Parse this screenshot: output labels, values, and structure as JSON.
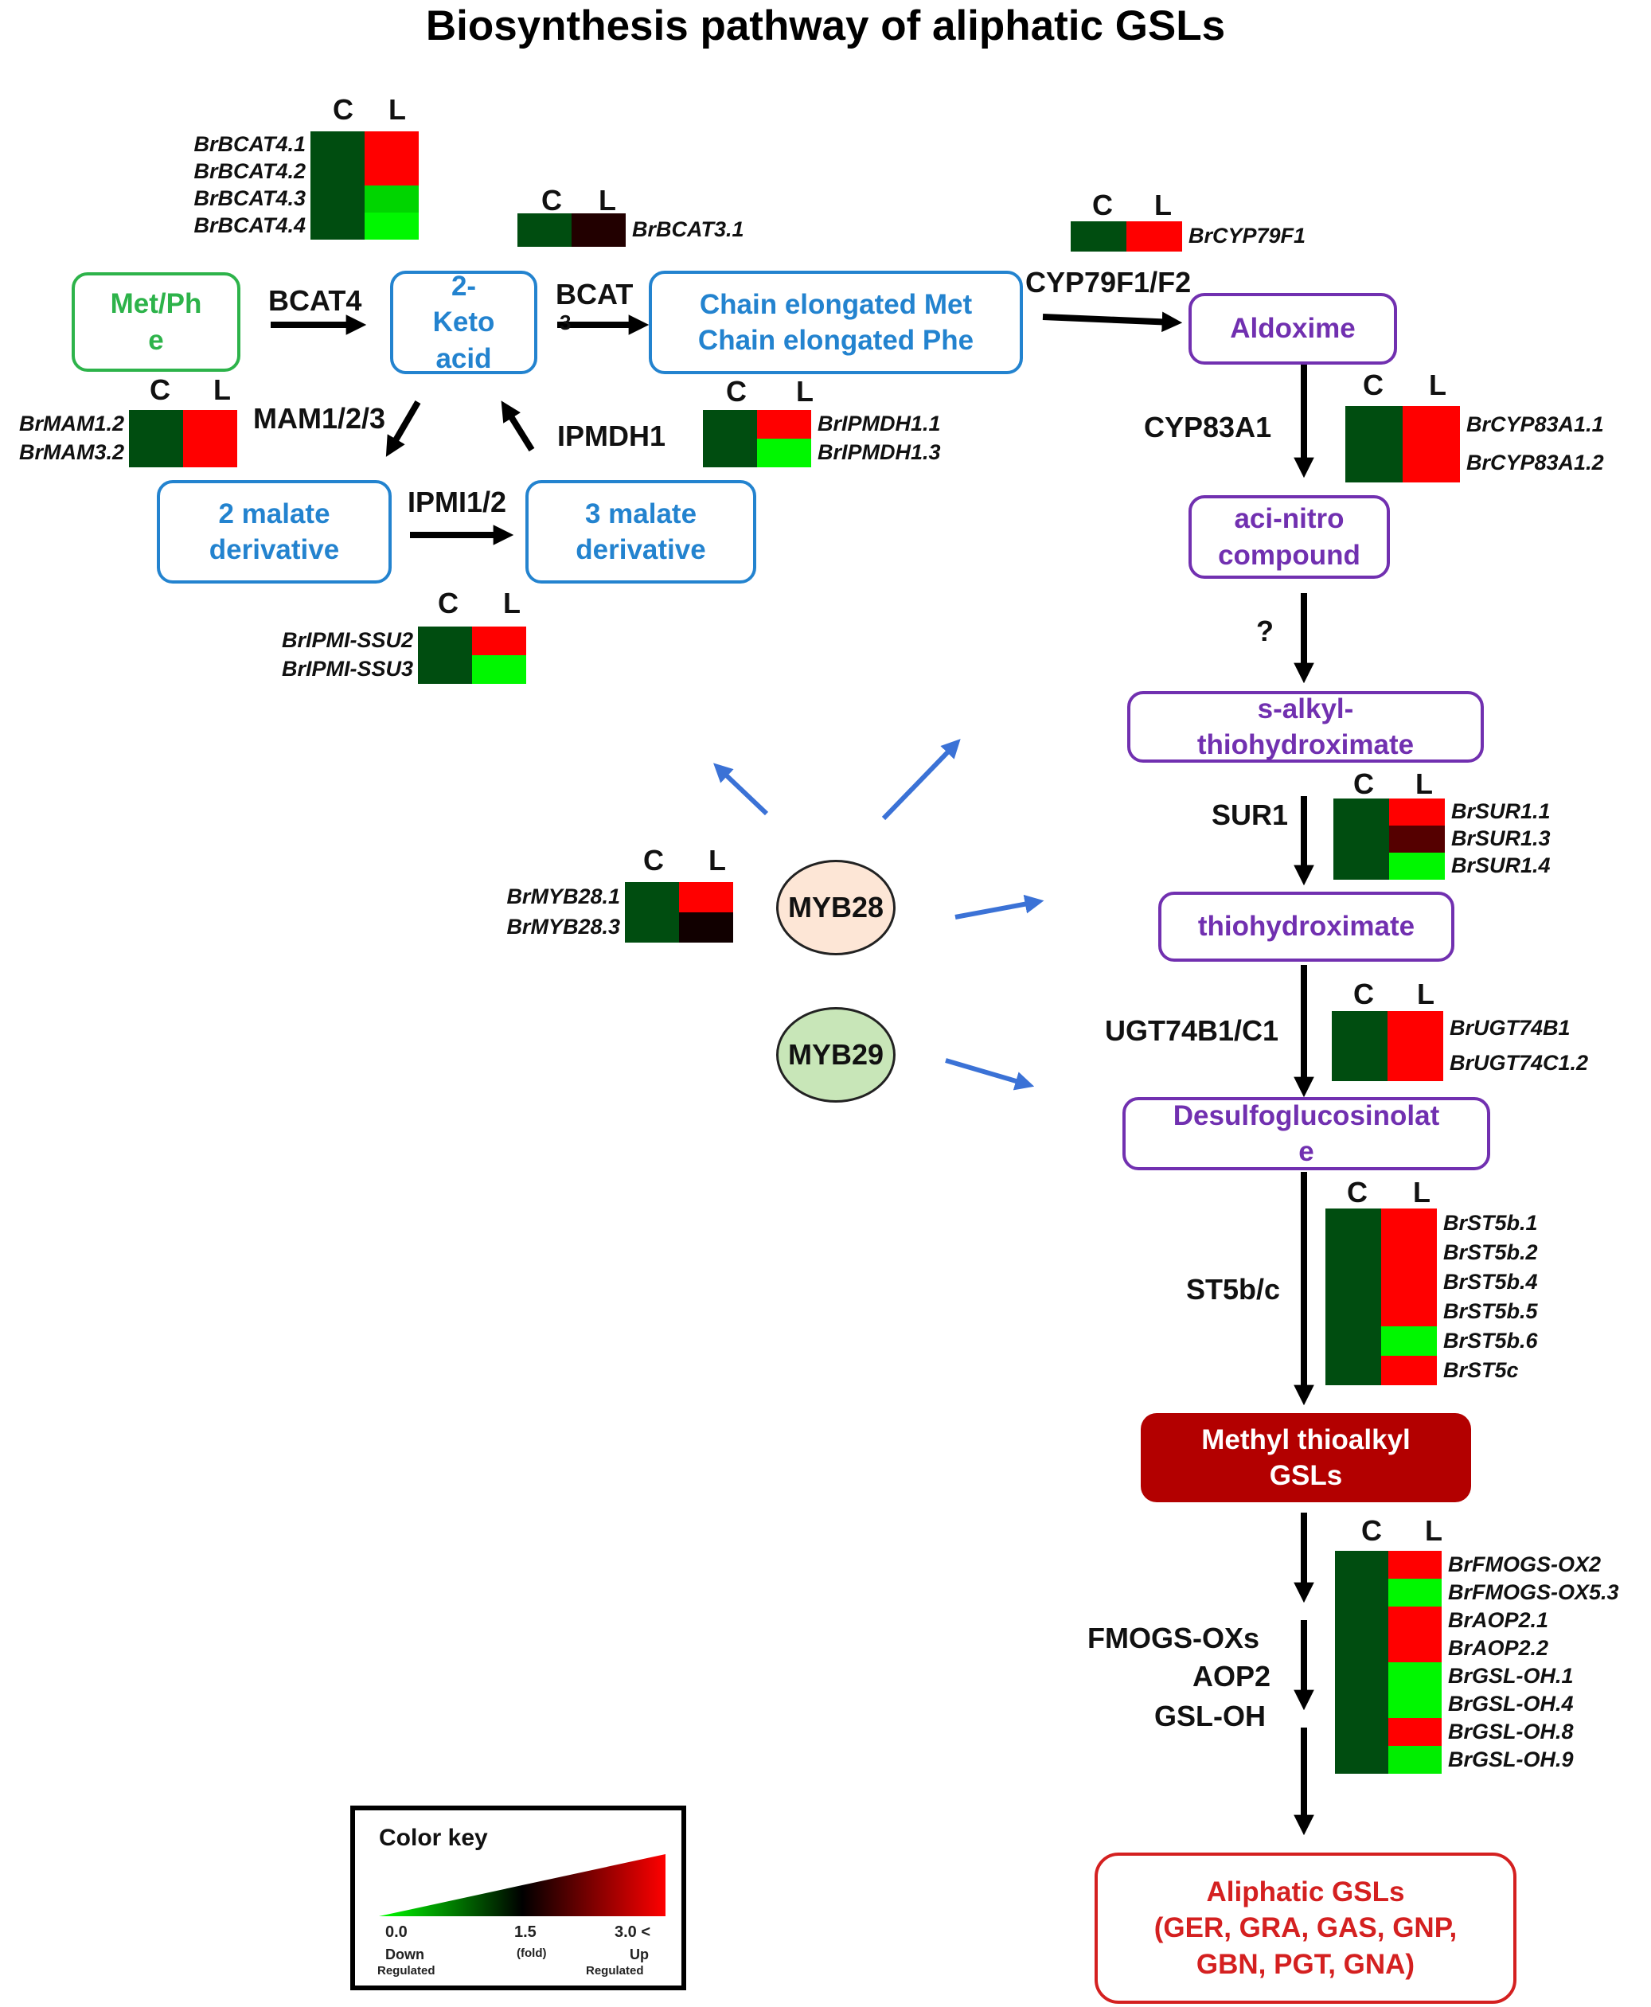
{
  "title": "Biosynthesis pathway of aliphatic GSLs",
  "colors": {
    "low": "#00ff00",
    "mid": "#000000",
    "high": "#ff0000",
    "control_dark_green": "#004d10",
    "blue_node": "#2383cf",
    "green_node": "#2db34a",
    "purple_node": "#7130b0",
    "final_red": "#d42020",
    "methyl_fill": "#b30000",
    "myb28_fill": "#fde6d6",
    "myb29_fill": "#c8e6b8",
    "regulator_arrow": "#3b72d6"
  },
  "heatmap_columns": [
    "C",
    "L"
  ],
  "nodes": {
    "met_phe": "Met/Ph\ne",
    "keto_acid": "2-\nKeto\nacid",
    "chain_elongated": "Chain elongated Met\nChain elongated Phe",
    "malate2": "2 malate\nderivative",
    "malate3": "3 malate\nderivative",
    "aldoxime": "Aldoxime",
    "aci_nitro": "aci-nitro\ncompound",
    "s_alkyl": "s-alkyl-\nthiohydroximate",
    "thiohydroximate": "thiohydroximate",
    "desulfo": "Desulfoglucosinolat\ne",
    "methyl_gsls": "Methyl thioalkyl\nGSLs",
    "aliphatic_gsls": "Aliphatic GSLs\n(GER, GRA, GAS, GNP,\nGBN, PGT, GNA)"
  },
  "regulators": {
    "myb28": "MYB28",
    "myb29": "MYB29"
  },
  "enzymes": {
    "bcat4": "BCAT4",
    "bcat3_a": "BCAT",
    "bcat3_b": "3",
    "cyp79": "CYP79F1/F2",
    "mam": "MAM1/2/3",
    "ipmdh": "IPMDH1",
    "ipmi": "IPMI1/2",
    "cyp83": "CYP83A1",
    "unknown": "?",
    "sur1": "SUR1",
    "ugt": "UGT74B1/C1",
    "st5": "ST5b/c",
    "fmo_1": "FMOGS-OXs",
    "fmo_2": "AOP2",
    "fmo_3": "GSL-OH"
  },
  "heatmaps": {
    "bcat4": {
      "genes": [
        "BrBCAT4.1",
        "BrBCAT4.2",
        "BrBCAT4.3",
        "BrBCAT4.4"
      ],
      "C": [
        0.1,
        0.1,
        0.1,
        0.1
      ],
      "L": [
        3.0,
        3.0,
        0.25,
        0.05
      ]
    },
    "bcat3": {
      "genes": [
        "BrBCAT3.1"
      ],
      "C": [
        0.3
      ],
      "L": [
        1.7
      ]
    },
    "cyp79": {
      "genes": [
        "BrCYP79F1"
      ],
      "C": [
        0.1
      ],
      "L": [
        3.0
      ]
    },
    "mam": {
      "genes": [
        "BrMAM1.2",
        "BrMAM3.2"
      ],
      "C": [
        0.1,
        0.1
      ],
      "L": [
        3.0,
        3.0
      ]
    },
    "ipmdh": {
      "genes": [
        "BrIPMDH1.1",
        "BrIPMDH1.3"
      ],
      "C": [
        0.1,
        0.1
      ],
      "L": [
        3.0,
        0.05
      ]
    },
    "cyp83": {
      "genes": [
        "BrCYP83A1.1",
        "BrCYP83A1.2"
      ],
      "C": [
        0.1,
        0.1
      ],
      "L": [
        3.0,
        3.0
      ]
    },
    "ipmi": {
      "genes": [
        "BrIPMI-SSU2",
        "BrIPMI-SSU3"
      ],
      "C": [
        0.1,
        0.1
      ],
      "L": [
        3.0,
        0.05
      ]
    },
    "sur1": {
      "genes": [
        "BrSUR1.1",
        "BrSUR1.3",
        "BrSUR1.4"
      ],
      "C": [
        0.1,
        0.1,
        0.1
      ],
      "L": [
        3.0,
        2.0,
        0.05
      ]
    },
    "myb": {
      "genes": [
        "BrMYB28.1",
        "BrMYB28.3"
      ],
      "C": [
        0.1,
        0.1
      ],
      "L": [
        3.0,
        1.6
      ]
    },
    "ugt": {
      "genes": [
        "BrUGT74B1",
        "BrUGT74C1.2"
      ],
      "C": [
        0.1,
        0.1
      ],
      "L": [
        3.0,
        3.0
      ]
    },
    "st5": {
      "genes": [
        "BrST5b.1",
        "BrST5b.2",
        "BrST5b.4",
        "BrST5b.5",
        "BrST5b.6",
        "BrST5c"
      ],
      "C": [
        0.1,
        0.1,
        0.1,
        0.1,
        0.1,
        0.1
      ],
      "L": [
        3.0,
        3.0,
        3.0,
        3.0,
        0.05,
        3.0
      ]
    },
    "fmo": {
      "genes": [
        "BrFMOGS-OX2",
        "BrFMOGS-OX5.3",
        "BrAOP2.1",
        "BrAOP2.2",
        "BrGSL-OH.1",
        "BrGSL-OH.4",
        "BrGSL-OH.8",
        "BrGSL-OH.9"
      ],
      "C": [
        0.1,
        0.1,
        0.1,
        0.1,
        0.1,
        0.1,
        0.1,
        0.1
      ],
      "L": [
        3.0,
        0.05,
        3.0,
        3.0,
        0.05,
        0.05,
        3.0,
        0.1
      ]
    }
  },
  "color_key": {
    "title": "Color key",
    "min": "0.0",
    "mid": "1.5",
    "max": "3.0 <",
    "min_note_1": "Down",
    "min_note_2": "Regulated",
    "mid_note": "(fold)",
    "max_note_1": "Up",
    "max_note_2": "Regulated"
  }
}
